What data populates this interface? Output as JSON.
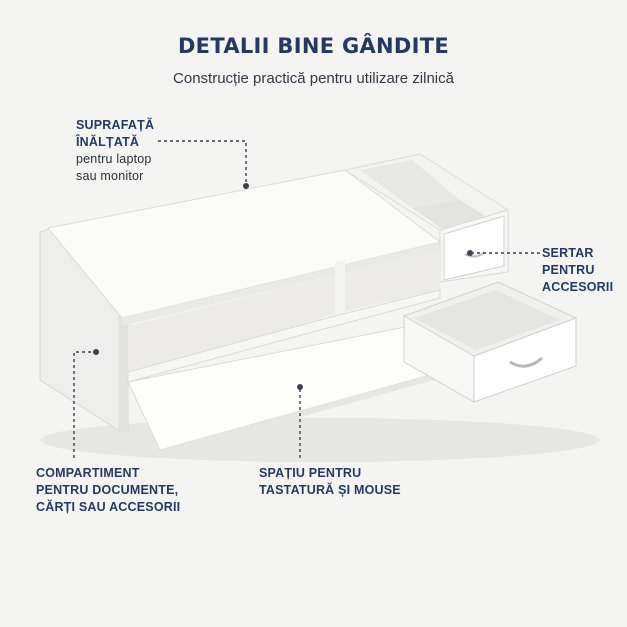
{
  "header": {
    "title": "DETALII BINE GÂNDITE",
    "subtitle": "Construcție practică pentru utilizare zilnică"
  },
  "callouts": {
    "surface": {
      "line1": "SUPRAFAȚĂ",
      "line2": "ÎNĂLȚATĂ",
      "line3": "pentru laptop",
      "line4": "sau monitor"
    },
    "drawer": {
      "line1": "SERTAR",
      "line2": "PENTRU",
      "line3": "ACCESORII"
    },
    "compartment": {
      "line1": "COMPARTIMENT",
      "line2": "PENTRU DOCUMENTE,",
      "line3": "CĂRȚI SAU ACCESORII"
    },
    "keyboard": {
      "line1": "SPAȚIU PENTRU",
      "line2": "TASTATURĂ ȘI MOUSE"
    }
  },
  "colors": {
    "title": "#243a63",
    "background": "#f4f4f2",
    "furniture": "#ffffff",
    "leader_line": "#3b4250"
  }
}
